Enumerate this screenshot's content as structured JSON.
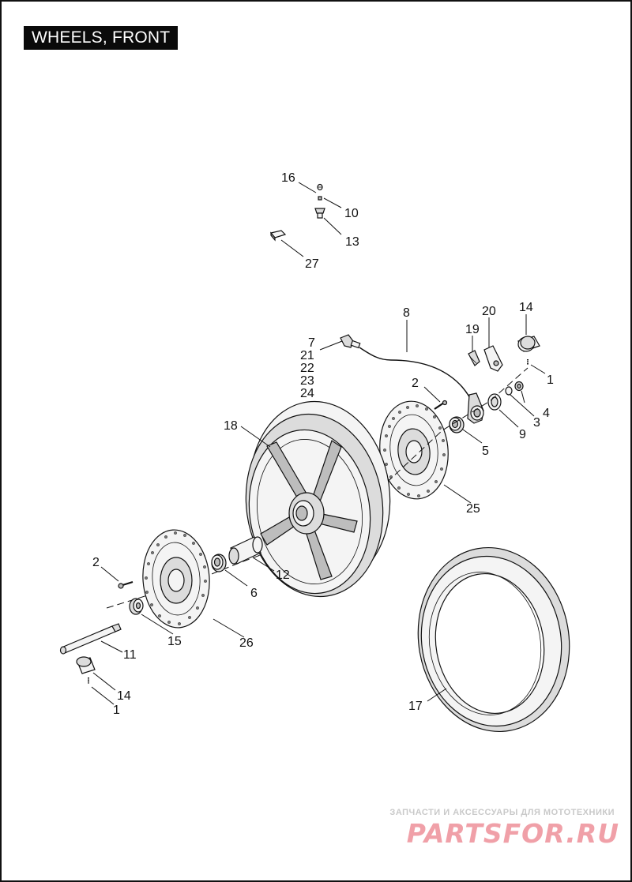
{
  "page": {
    "title": "WHEELS, FRONT"
  },
  "callouts": {
    "c1a": "1",
    "c1b": "1",
    "c2a": "2",
    "c2b": "2",
    "c3": "3",
    "c4": "4",
    "c5": "5",
    "c6": "6",
    "c7": "7",
    "c8": "8",
    "c9": "9",
    "c10": "10",
    "c11": "11",
    "c12": "12",
    "c13": "13",
    "c14a": "14",
    "c14b": "14",
    "c15": "15",
    "c16": "16",
    "c17": "17",
    "c18": "18",
    "c19": "19",
    "c20": "20",
    "c21": "21",
    "c22": "22",
    "c23": "23",
    "c24": "24",
    "c25": "25",
    "c26": "26",
    "c27": "27"
  },
  "watermark": {
    "tagline": "ЗАПЧАСТИ И АКСЕССУАРЫ ДЛЯ МОТОТЕХНИКИ",
    "brand": "PARTSFOR.RU"
  }
}
